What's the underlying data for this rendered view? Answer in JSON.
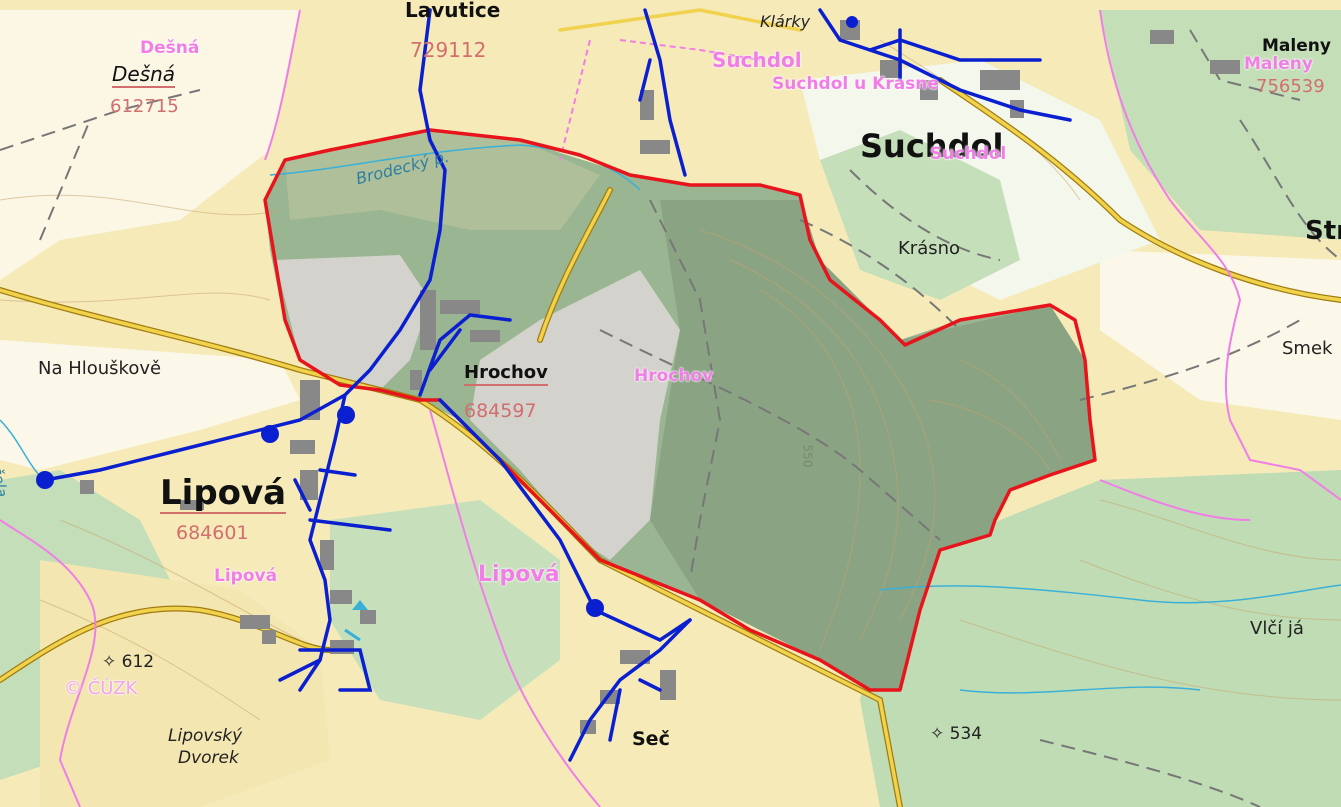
{
  "map": {
    "copyright": "© ČÚZK",
    "colors": {
      "boundary": "#e8141c",
      "water_network": "#0a1fd0",
      "cadastral_border": "#f07ee6",
      "forest": "#b9d9b0",
      "meadow": "#f7e9b4",
      "road": "#e6c03a"
    },
    "places": {
      "desna": "Dešná",
      "lipova": "Lipová",
      "hrochov": "Hrochov",
      "suchdol": "Suchdol",
      "sec": "Seč",
      "lavutice": "Lavutice",
      "klarky": "Klárky",
      "maleny": "Maleny",
      "krasno": "Krásno",
      "na_hlouskove": "Na Hlouškově",
      "lipovsky_dvorek_1": "Lipovský",
      "lipovsky_dvorek_2": "Dvorek",
      "vlci": "Vlčí já",
      "smek": "Smek",
      "str": "Str"
    },
    "cadastral_codes": {
      "desna": "612715",
      "lavutice": "729112",
      "lipova": "684601",
      "hrochov": "684597",
      "maleny": "756539"
    },
    "cadastral_names": {
      "desna": "Dešná",
      "suchdol_1": "Suchdol",
      "suchdol_2": "Suchdol u Krasne",
      "suchdol_3": "Suchdol",
      "maleny": "Maleny",
      "hrochov": "Hrochov",
      "lipova_1": "Lipová",
      "lipova_2": "Lipová"
    },
    "streams": {
      "brodecky": "Brodecký p.",
      "ucela": "učela"
    },
    "spot_heights": {
      "h612": "612",
      "h534": "534",
      "contour_550": "550"
    }
  }
}
